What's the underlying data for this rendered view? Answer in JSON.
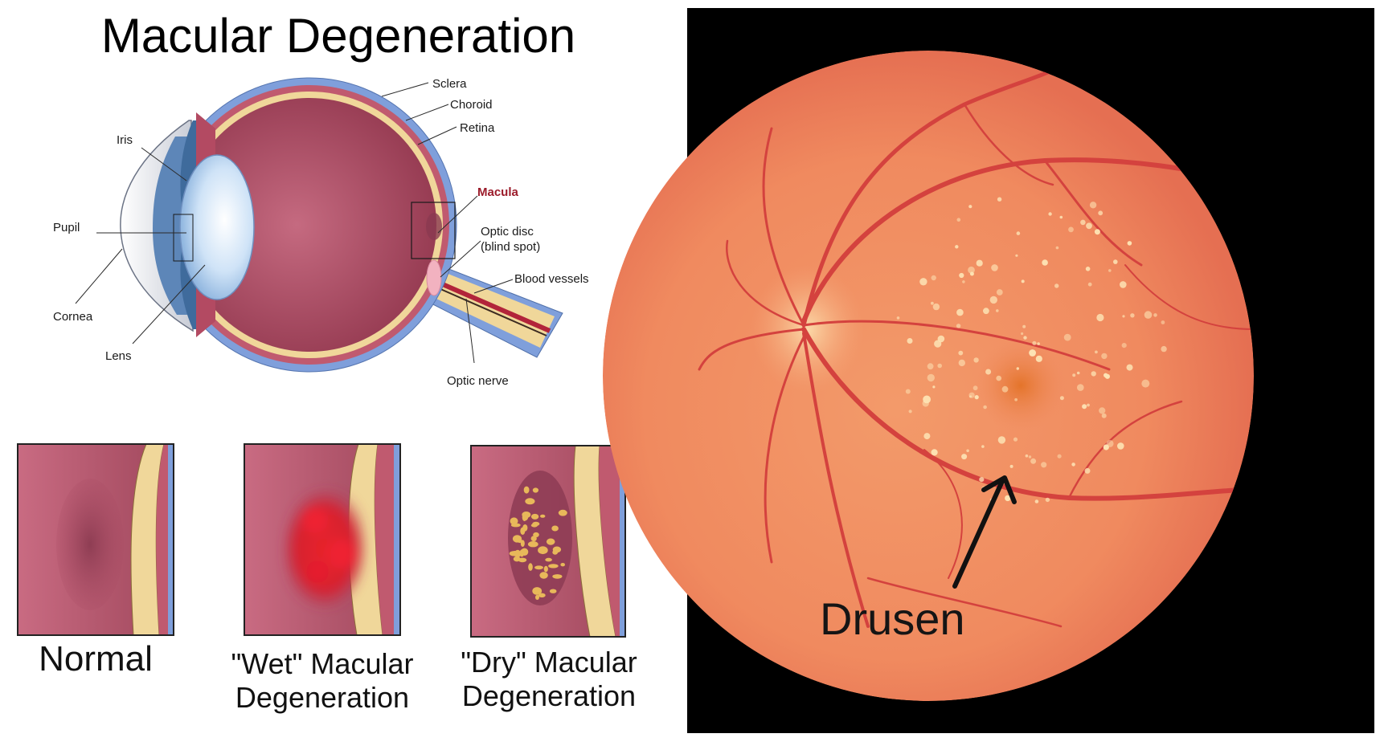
{
  "title": "Macular Degeneration",
  "anatomy_labels": {
    "sclera": "Sclera",
    "choroid": "Choroid",
    "retina": "Retina",
    "iris": "Iris",
    "macula": "Macula",
    "pupil": "Pupil",
    "optic_disc_line1": "Optic disc",
    "optic_disc_line2": "(blind spot)",
    "blood_vessels": "Blood vessels",
    "cornea": "Cornea",
    "lens": "Lens",
    "optic_nerve": "Optic nerve"
  },
  "panels": [
    {
      "caption_line1": "Normal",
      "caption_line2": ""
    },
    {
      "caption_line1": "\"Wet\" Macular",
      "caption_line2": "Degeneration"
    },
    {
      "caption_line1": "\"Dry\" Macular",
      "caption_line2": "Degeneration"
    }
  ],
  "fundus_photo": {
    "annotation": "Drusen"
  },
  "colors": {
    "eye_interior": "#a8485e",
    "sclera_blue": "#7f9fdb",
    "retina_yellow": "#f0d79a",
    "fundus_orange": "#f08a5f",
    "photo_background": "#000000"
  }
}
